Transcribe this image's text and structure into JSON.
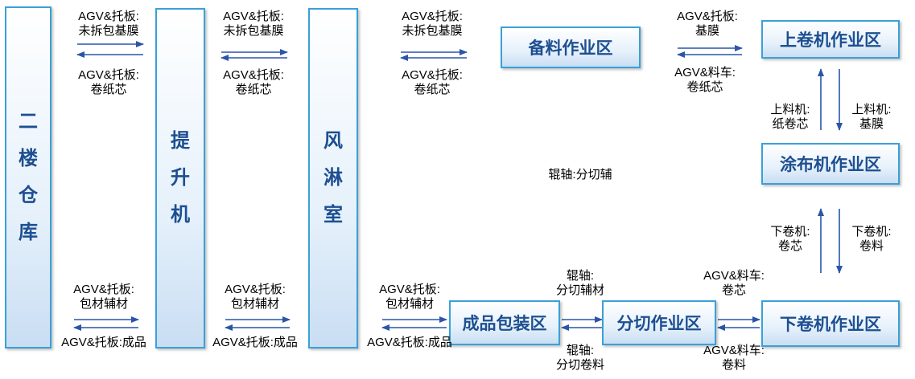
{
  "boxes": {
    "warehouse": [
      "二",
      "楼",
      "仓",
      "库"
    ],
    "lift": [
      "提",
      "升",
      "机"
    ],
    "shower": [
      "风",
      "淋",
      "室"
    ],
    "prep": "备料作业区",
    "upper_winder": "上卷机作业区",
    "coater": "涂布机作业区",
    "lower_winder": "下卷机作业区",
    "slitting": "分切作业区",
    "packing": "成品包装区"
  },
  "labels": {
    "l1_top_a": "AGV&托板:",
    "l1_top_b": "未拆包基膜",
    "l1_mid_a": "AGV&托板:",
    "l1_mid_b": "卷纸芯",
    "l2_top_a": "AGV&托板:",
    "l2_top_b": "未拆包基膜",
    "l2_mid_a": "AGV&托板:",
    "l2_mid_b": "卷纸芯",
    "l3_top_a": "AGV&托板:",
    "l3_top_b": "未拆包基膜",
    "l3_mid_a": "AGV&托板:",
    "l3_mid_b": "卷纸芯",
    "r_top_a": "AGV&托板:",
    "r_top_b": "基膜",
    "r_mid_a": "AGV&料车:",
    "r_mid_b": "卷纸芯",
    "loader_l_a": "上料机:",
    "loader_l_b": "纸卷芯",
    "loader_r_a": "上料机:",
    "loader_r_b": "基膜",
    "center": "辊轴:分切辅",
    "unwind_l_a": "下卷机:",
    "unwind_l_b": "卷芯",
    "unwind_r_a": "下卷机:",
    "unwind_r_b": "卷料",
    "b1_a": "AGV&托板:",
    "b1_b": "包材辅材",
    "b1_bottom": "AGV&托板:成品",
    "b2_a": "AGV&托板:",
    "b2_b": "包材辅材",
    "b2_bottom": "AGV&托板:成品",
    "b3_a": "AGV&托板:",
    "b3_b": "包材辅材",
    "b3_bottom": "AGV&托板:成品",
    "roll_top_a": "辊轴:",
    "roll_top_b": "分切辅材",
    "roll_bot_a": "辊轴:",
    "roll_bot_b": "分切卷料",
    "cart_top_a": "AGV&料车:",
    "cart_top_b": "卷芯",
    "cart_bot_a": "AGV&料车:",
    "cart_bot_b": "卷料"
  },
  "colors": {
    "box_border": "#3aa0d8",
    "box_text": "#1d4f91",
    "arrow": "#2a55a8"
  }
}
